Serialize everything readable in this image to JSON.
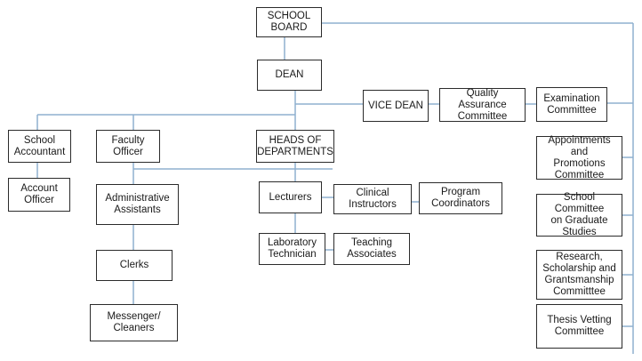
{
  "colors": {
    "connector": "#8fb0cf",
    "border": "#2b2b2b",
    "text": "#1a1a1a"
  },
  "nodes": {
    "school_board": "SCHOOL\nBOARD",
    "dean": "DEAN",
    "vice_dean": "VICE DEAN",
    "quality_assurance": "Quality Assurance\nCommittee",
    "examination_committee": "Examination\nCommittee",
    "appointments_promotions": "Appointments and\nPromotions\nCommittee",
    "graduate_studies": "School Committee\non Graduate\nStudies",
    "research_scholarship": "Research,\nScholarship and\nGrantsmanship\nCommitttee",
    "thesis_vetting": "Thesis Vetting\nCommittee",
    "school_accountant": "School\nAccountant",
    "account_officer": "Account\nOfficer",
    "faculty_officer": "Faculty\nOfficer",
    "heads_of_departments": "HEADS OF\nDEPARTMENTS",
    "administrative_assistants": "Administrative\nAssistants",
    "clerks": "Clerks",
    "messenger_cleaners": "Messenger/\nCleaners",
    "lecturers": "Lecturers",
    "clinical_instructors": "Clinical\nInstructors",
    "program_coordinators": "Program\nCoordinators",
    "laboratory_technician": "Laboratory\nTechnician",
    "teaching_associates": "Teaching\nAssociates"
  }
}
